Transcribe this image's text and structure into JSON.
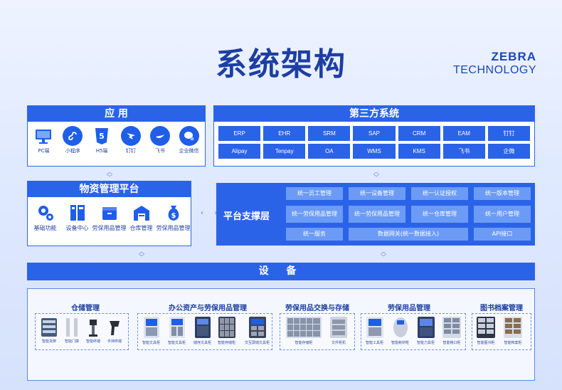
{
  "title": "系统架构",
  "brand": {
    "line1": "ZEBRA",
    "line2": "TECHNOLOGY"
  },
  "apps": {
    "title": "应 用",
    "items": [
      {
        "label": "PC端",
        "icon": "desktop-icon"
      },
      {
        "label": "小程序",
        "icon": "miniprogram-icon"
      },
      {
        "label": "H5端",
        "icon": "html5-icon"
      },
      {
        "label": "钉钉",
        "icon": "dingtalk-icon"
      },
      {
        "label": "飞书",
        "icon": "feishu-icon"
      },
      {
        "label": "企业微信",
        "icon": "wecom-icon"
      }
    ]
  },
  "third_party": {
    "title": "第三方系统",
    "items": [
      "ERP",
      "EHR",
      "SRM",
      "SAP",
      "CRM",
      "EAM",
      "钉钉",
      "Alipay",
      "Tenpay",
      "OA",
      "WMS",
      "KMS",
      "飞书",
      "企微"
    ]
  },
  "platform": {
    "title": "物资管理平台",
    "items": [
      {
        "label": "基础功能",
        "icon": "gears-icon"
      },
      {
        "label": "设备中心",
        "icon": "cabinet-icon"
      },
      {
        "label": "劳保用品管理",
        "icon": "box-icon"
      },
      {
        "label": "仓库管理",
        "icon": "warehouse-icon"
      },
      {
        "label": "劳保用品管理",
        "icon": "money-bag-icon"
      }
    ]
  },
  "support": {
    "title": "平台支撑层",
    "row1": [
      "统一员工管理",
      "统一设备管理",
      "统一认证授权",
      "统一版本管理"
    ],
    "row2": [
      "统一劳保用品管理",
      "统一劳保用品管理",
      "统一仓库管理",
      "统一用户管理"
    ],
    "row3": [
      "统一服务",
      "数据网关(统一数据接入)",
      "API接口"
    ]
  },
  "devices": {
    "title": "设 备",
    "groups": [
      {
        "title": "仓储管理",
        "items": [
          "智能货架",
          "智能门禁",
          "智能终端",
          "手持终端"
        ]
      },
      {
        "title": "办公资产与劳保用品管理",
        "items": [
          "智能文具柜",
          "智能文具柜",
          "储存文具柜",
          "智能存储柜",
          "交互屏储文具柜"
        ]
      },
      {
        "title": "劳保用品交换与存储",
        "items": [
          "智能存储柜",
          "文件柜机"
        ]
      },
      {
        "title": "劳保用品管理",
        "items": [
          "智能工具柜",
          "智能耗材柜",
          "智能刀具柜",
          "智能格口柜"
        ]
      },
      {
        "title": "图书档案管理",
        "items": [
          "智能图书柜",
          "智能档案柜"
        ]
      }
    ]
  },
  "colors": {
    "primary": "#2b63e8",
    "title": "#1d3ea3",
    "chip_light": "#6b9bf5"
  }
}
